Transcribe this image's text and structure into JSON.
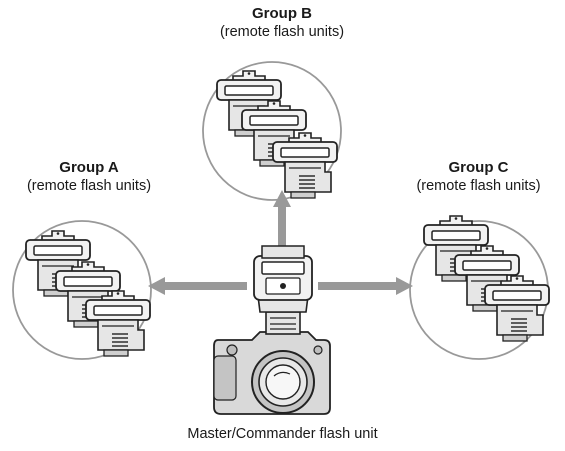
{
  "groups": [
    {
      "id": "b",
      "name": "Group B",
      "subtitle": "(remote flash units)"
    },
    {
      "id": "a",
      "name": "Group A",
      "subtitle": "(remote flash units)"
    },
    {
      "id": "c",
      "name": "Group C",
      "subtitle": "(remote flash units)"
    }
  ],
  "master": {
    "label": "Master/Commander flash unit"
  },
  "colors": {
    "circle": "#999999",
    "arrow": "#999999",
    "device_fill": "#f2f2f2",
    "device_stroke": "#222222",
    "camera_fill": "#d9d9d9"
  },
  "icons": {
    "remote_flash": "speedlight-icon",
    "master_flash": "flash-head-icon",
    "camera": "dslr-camera-icon"
  }
}
